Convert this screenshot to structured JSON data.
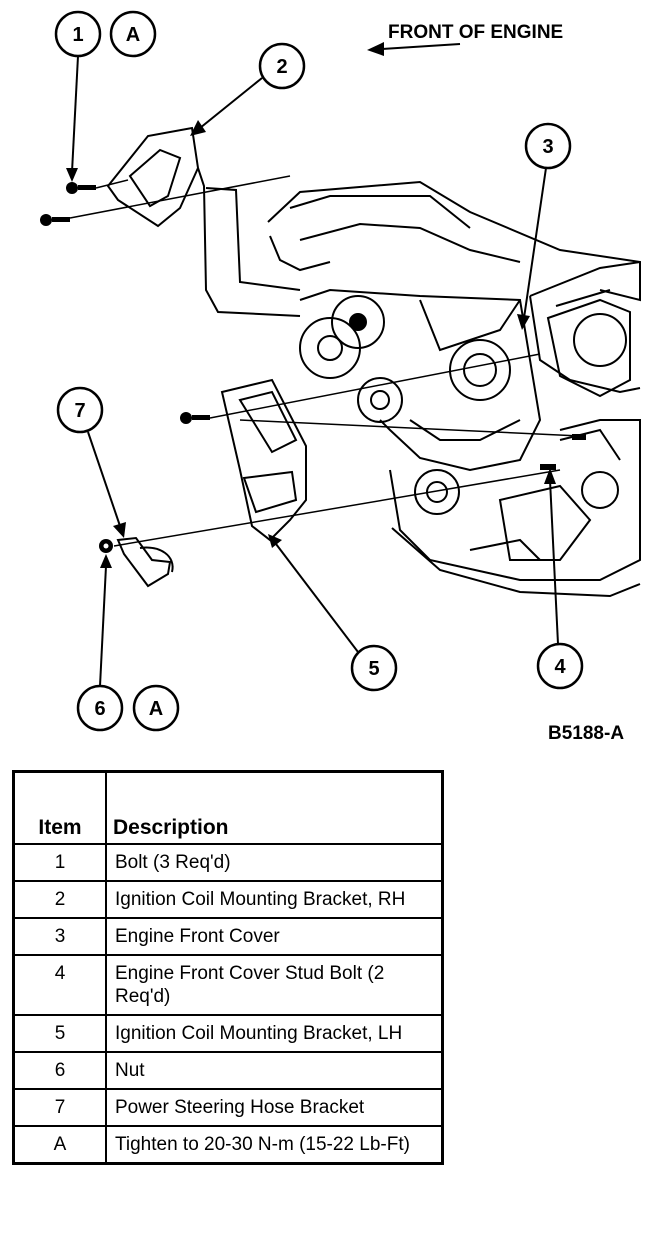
{
  "header": {
    "front_of_engine": "FRONT OF ENGINE"
  },
  "figure_id": "B5188-A",
  "callouts": [
    "1",
    "A",
    "2",
    "3",
    "7",
    "5",
    "4",
    "6",
    "A"
  ],
  "legend": {
    "col_item": "Item",
    "col_description": "Description",
    "rows": [
      {
        "item": "1",
        "description": "Bolt (3 Req'd)"
      },
      {
        "item": "2",
        "description": "Ignition Coil Mounting Bracket, RH"
      },
      {
        "item": "3",
        "description": "Engine Front Cover"
      },
      {
        "item": "4",
        "description": "Engine Front Cover Stud Bolt (2 Req'd)"
      },
      {
        "item": "5",
        "description": "Ignition Coil Mounting Bracket, LH"
      },
      {
        "item": "6",
        "description": "Nut"
      },
      {
        "item": "7",
        "description": "Power Steering Hose Bracket"
      },
      {
        "item": "A",
        "description": "Tighten to 20-30 N-m (15-22 Lb-Ft)"
      }
    ]
  }
}
